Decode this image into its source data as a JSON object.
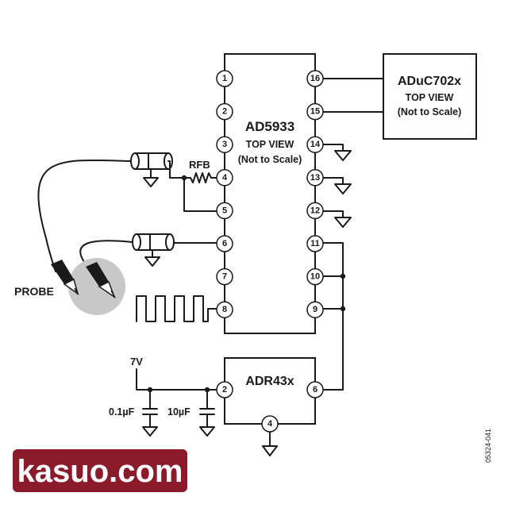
{
  "chips": {
    "ad5933": {
      "name": "AD5933",
      "view": "TOP VIEW",
      "scale": "(Not to Scale)",
      "left_pins": [
        "1",
        "2",
        "3",
        "4",
        "5",
        "6",
        "7",
        "8"
      ],
      "right_pins": [
        "16",
        "15",
        "14",
        "13",
        "12",
        "11",
        "10",
        "9"
      ]
    },
    "aduc702x": {
      "name": "ADuC702x",
      "view": "TOP VIEW",
      "scale": "(Not to Scale)"
    },
    "adr43x": {
      "name": "ADR43x",
      "pins": {
        "in": "2",
        "out": "6",
        "gnd": "4"
      }
    }
  },
  "labels": {
    "rfb": "RFB",
    "probe": "PROBE",
    "supply": "7V",
    "cap1": "0.1µF",
    "cap2": "10µF",
    "figure_code": "05324-041"
  },
  "watermark": {
    "text": "kasuo.com",
    "bg_color": "#8b1a2b",
    "text_color": "#ffffff"
  },
  "colors": {
    "line": "#1a1a1a",
    "probe_halo": "#c8c8c8"
  }
}
